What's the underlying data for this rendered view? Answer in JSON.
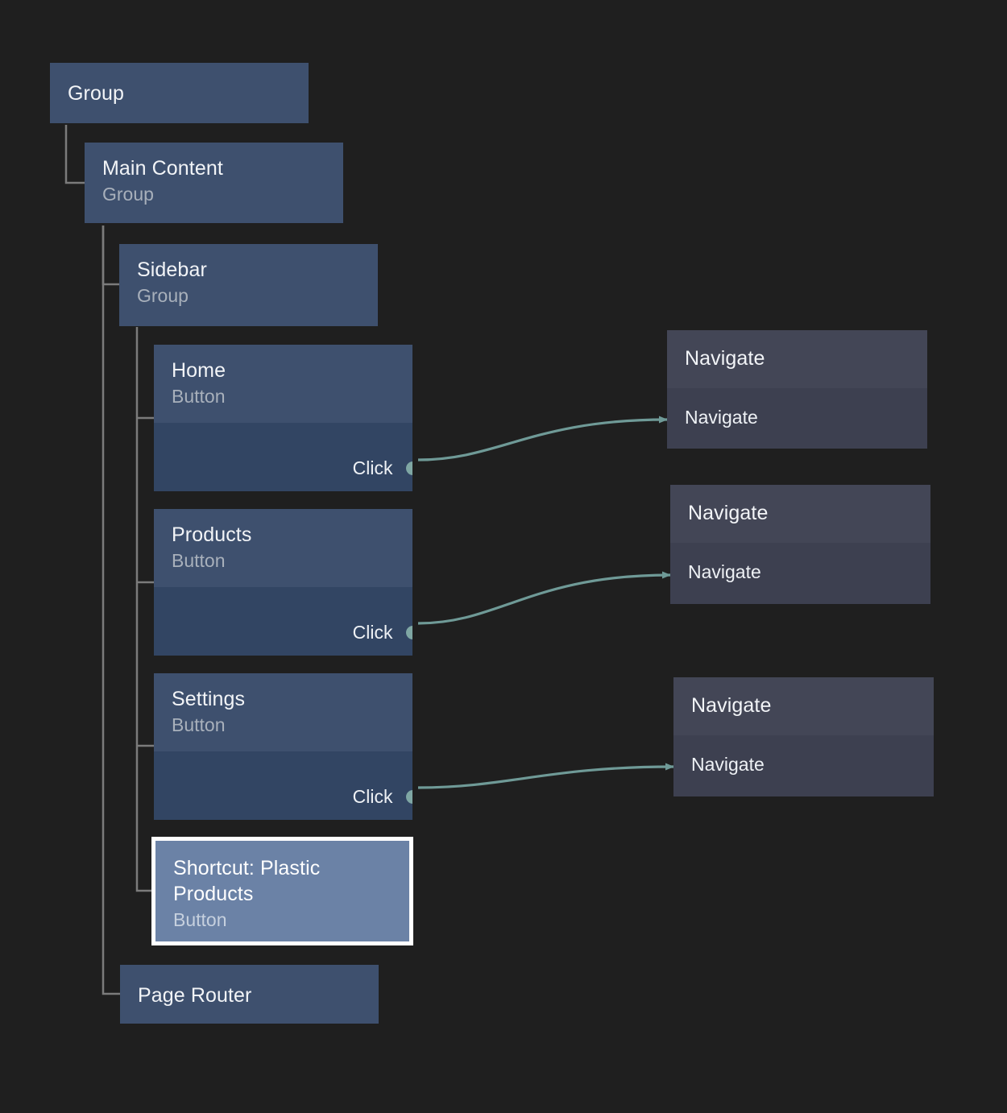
{
  "canvas": {
    "background": "#1f1f1f",
    "accent_edge_color": "#7fa7a4",
    "node_group_color": "#3e506e",
    "node_button_body_color": "#324563",
    "node_action_color": "#3d4050",
    "selection_border_color": "#ffffff",
    "selected_node_color": "#6b82a6"
  },
  "tree": {
    "root": {
      "title": "Group",
      "subtitle": ""
    },
    "main_content": {
      "title": "Main Content",
      "subtitle": "Group"
    },
    "sidebar": {
      "title": "Sidebar",
      "subtitle": "Group"
    },
    "page_router": {
      "title": "Page Router",
      "subtitle": ""
    },
    "buttons": [
      {
        "title": "Home",
        "subtitle": "Button",
        "port_label": "Click"
      },
      {
        "title": "Products",
        "subtitle": "Button",
        "port_label": "Click"
      },
      {
        "title": "Settings",
        "subtitle": "Button",
        "port_label": "Click"
      }
    ],
    "selected_button": {
      "title": "Shortcut: Plastic\nProducts",
      "subtitle": "Button"
    }
  },
  "actions": [
    {
      "title": "Navigate",
      "port_label": "Navigate"
    },
    {
      "title": "Navigate",
      "port_label": "Navigate"
    },
    {
      "title": "Navigate",
      "port_label": "Navigate"
    }
  ]
}
